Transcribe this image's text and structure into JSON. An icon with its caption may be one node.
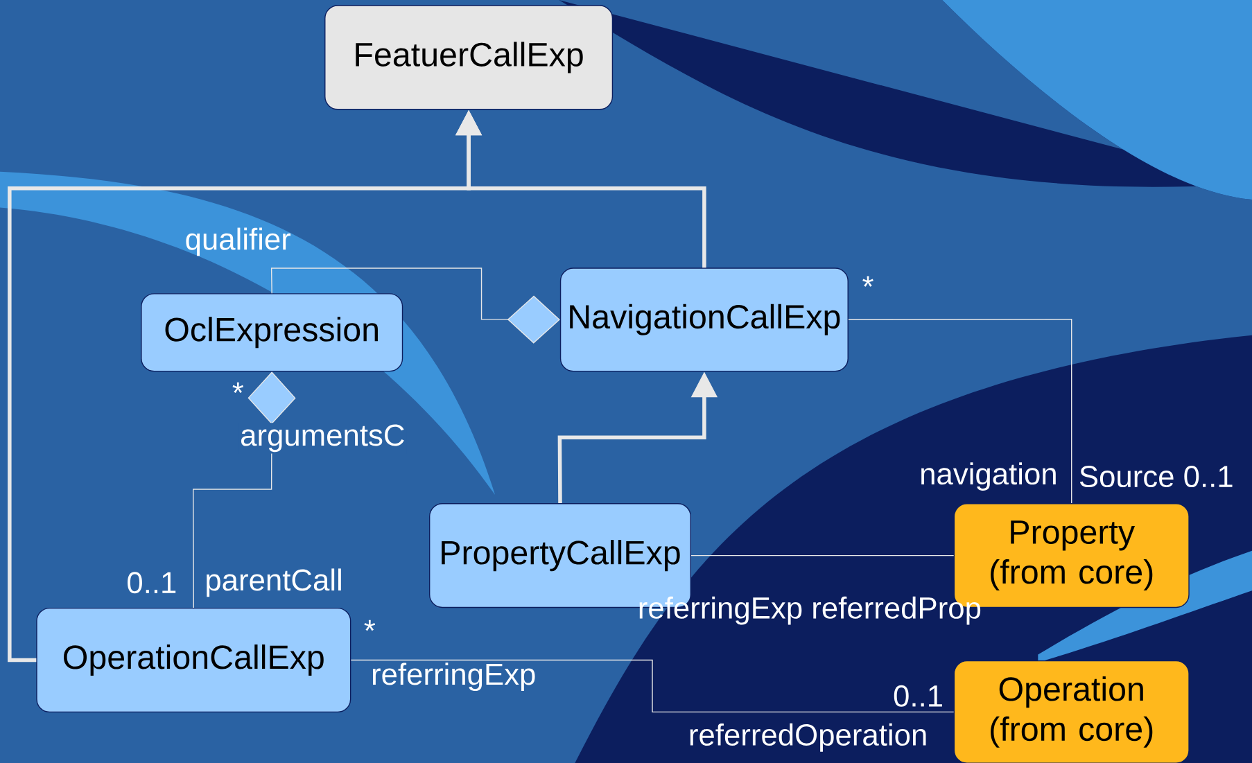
{
  "diagram": {
    "nodes": [
      {
        "text": [
          "FeatuerCallExp"
        ]
      },
      {
        "text": [
          "OclExpression"
        ]
      },
      {
        "text": [
          "NavigationCallExp"
        ]
      },
      {
        "text": [
          "PropertyCallExp"
        ]
      },
      {
        "text": [
          "OperationCallExp"
        ]
      },
      {
        "text": [
          "Property (from core)"
        ]
      },
      {
        "text": [
          "Operation (from core)"
        ]
      }
    ],
    "edges": [
      {
        "from": 2,
        "to": 0,
        "arrow": "to",
        "style": "thick"
      },
      {
        "from": 4,
        "to": 0,
        "arrow": "to",
        "style": "thick"
      },
      {
        "from": 3,
        "to": 2,
        "arrow": "to",
        "style": "thick"
      },
      {
        "from": 1,
        "to": 2,
        "arrow": "other",
        "label": "qualifier"
      },
      {
        "from": 4,
        "to": 1,
        "arrow": "other",
        "label": "argumentsC"
      },
      {
        "from": 2,
        "to": 5,
        "arrow": "none"
      },
      {
        "from": 3,
        "to": 5,
        "arrow": "none"
      },
      {
        "from": 4,
        "to": 6,
        "arrow": "none"
      }
    ],
    "labels": [
      "*",
      "*",
      "0..1",
      "parentCall",
      "navigation",
      "Source 0..1",
      "referringExp referredProp",
      "*",
      "referringExp",
      "0..1",
      "referredOperation"
    ]
  }
}
